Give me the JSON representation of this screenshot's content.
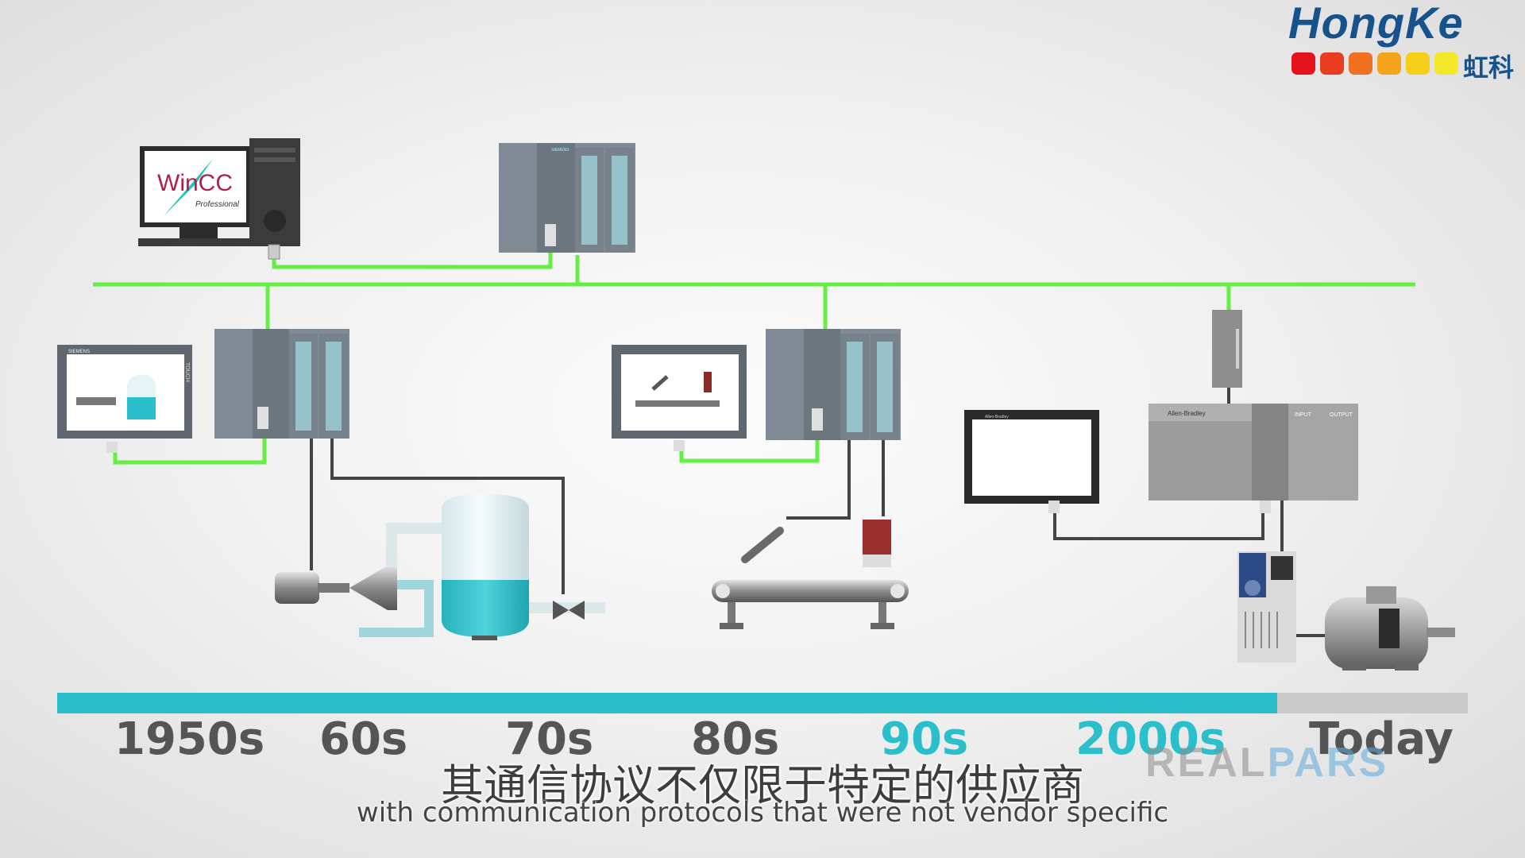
{
  "logo": {
    "word": "HongKe",
    "chinese": "虹科",
    "dot_colors": [
      "#e3121b",
      "#ea3c1e",
      "#f0701f",
      "#f5a21c",
      "#f7cf1a",
      "#f3e92a"
    ]
  },
  "screens": {
    "wincc_brand": "WinCC",
    "wincc_sub": "Professional",
    "touch_label": "TOUCH",
    "siemens_label": "SIEMENS",
    "ab_label": "Allen-Bradley",
    "input_label": "INPUT",
    "output_label": "OUTPUT"
  },
  "colors": {
    "network": "#66ee44",
    "timeline_fill": "#2bbfcb",
    "timeline_track": "#c9c9c9",
    "tank": "#2bbfcb",
    "plc": "#7f8a94"
  },
  "timeline": {
    "progress_fraction": 0.865,
    "eras": [
      {
        "label": "1950s",
        "highlighted": false
      },
      {
        "label": "60s",
        "highlighted": false
      },
      {
        "label": "70s",
        "highlighted": false
      },
      {
        "label": "80s",
        "highlighted": false
      },
      {
        "label": "90s",
        "highlighted": true
      },
      {
        "label": "2000s",
        "highlighted": true
      },
      {
        "label": "Today",
        "highlighted": false
      }
    ]
  },
  "watermark": {
    "part1": "REAL",
    "part2": "PARS"
  },
  "subtitles": {
    "chinese": "其通信协议不仅限于特定的供应商",
    "english": "with communication protocols that were not vendor specific"
  }
}
